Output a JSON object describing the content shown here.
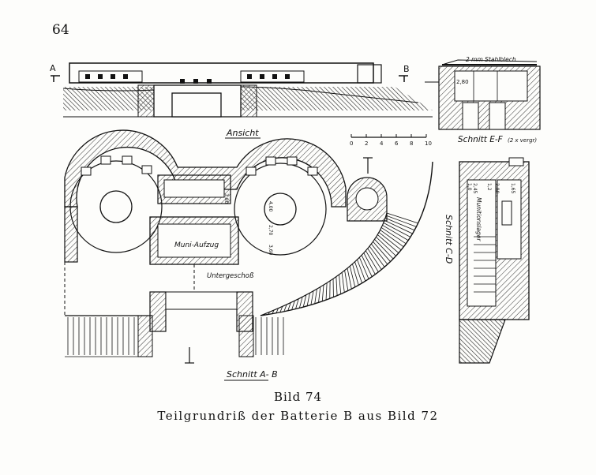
{
  "page": {
    "number": "64"
  },
  "figure": {
    "elevation": {
      "title": "Ansicht",
      "marker_a": "A",
      "marker_b": "B"
    },
    "section_ef": {
      "title": "Schnitt E-F",
      "note": "(2 x vergr)",
      "steel_label": "2 mm Stahlblech",
      "dim": "2,80"
    },
    "scale": {
      "ticks": [
        "0",
        "2",
        "4",
        "6",
        "8",
        "10"
      ]
    },
    "plan": {
      "title": "Schnitt A- B",
      "lift_label": "Muni-Aufzug",
      "basement_label": "Untergeschoß",
      "dims": [
        "3,80",
        "4,00",
        "2,70",
        "3,60"
      ]
    },
    "section_cd": {
      "title": "Schnitt C-D",
      "storage_label": "Munitionslager",
      "dims": [
        "1,0",
        "2,45",
        "1,2",
        "2,80",
        "1,65"
      ]
    }
  },
  "caption": {
    "line1": "Bild 74",
    "line2": "Teilgrundriß der Batterie B aus Bild 72"
  }
}
